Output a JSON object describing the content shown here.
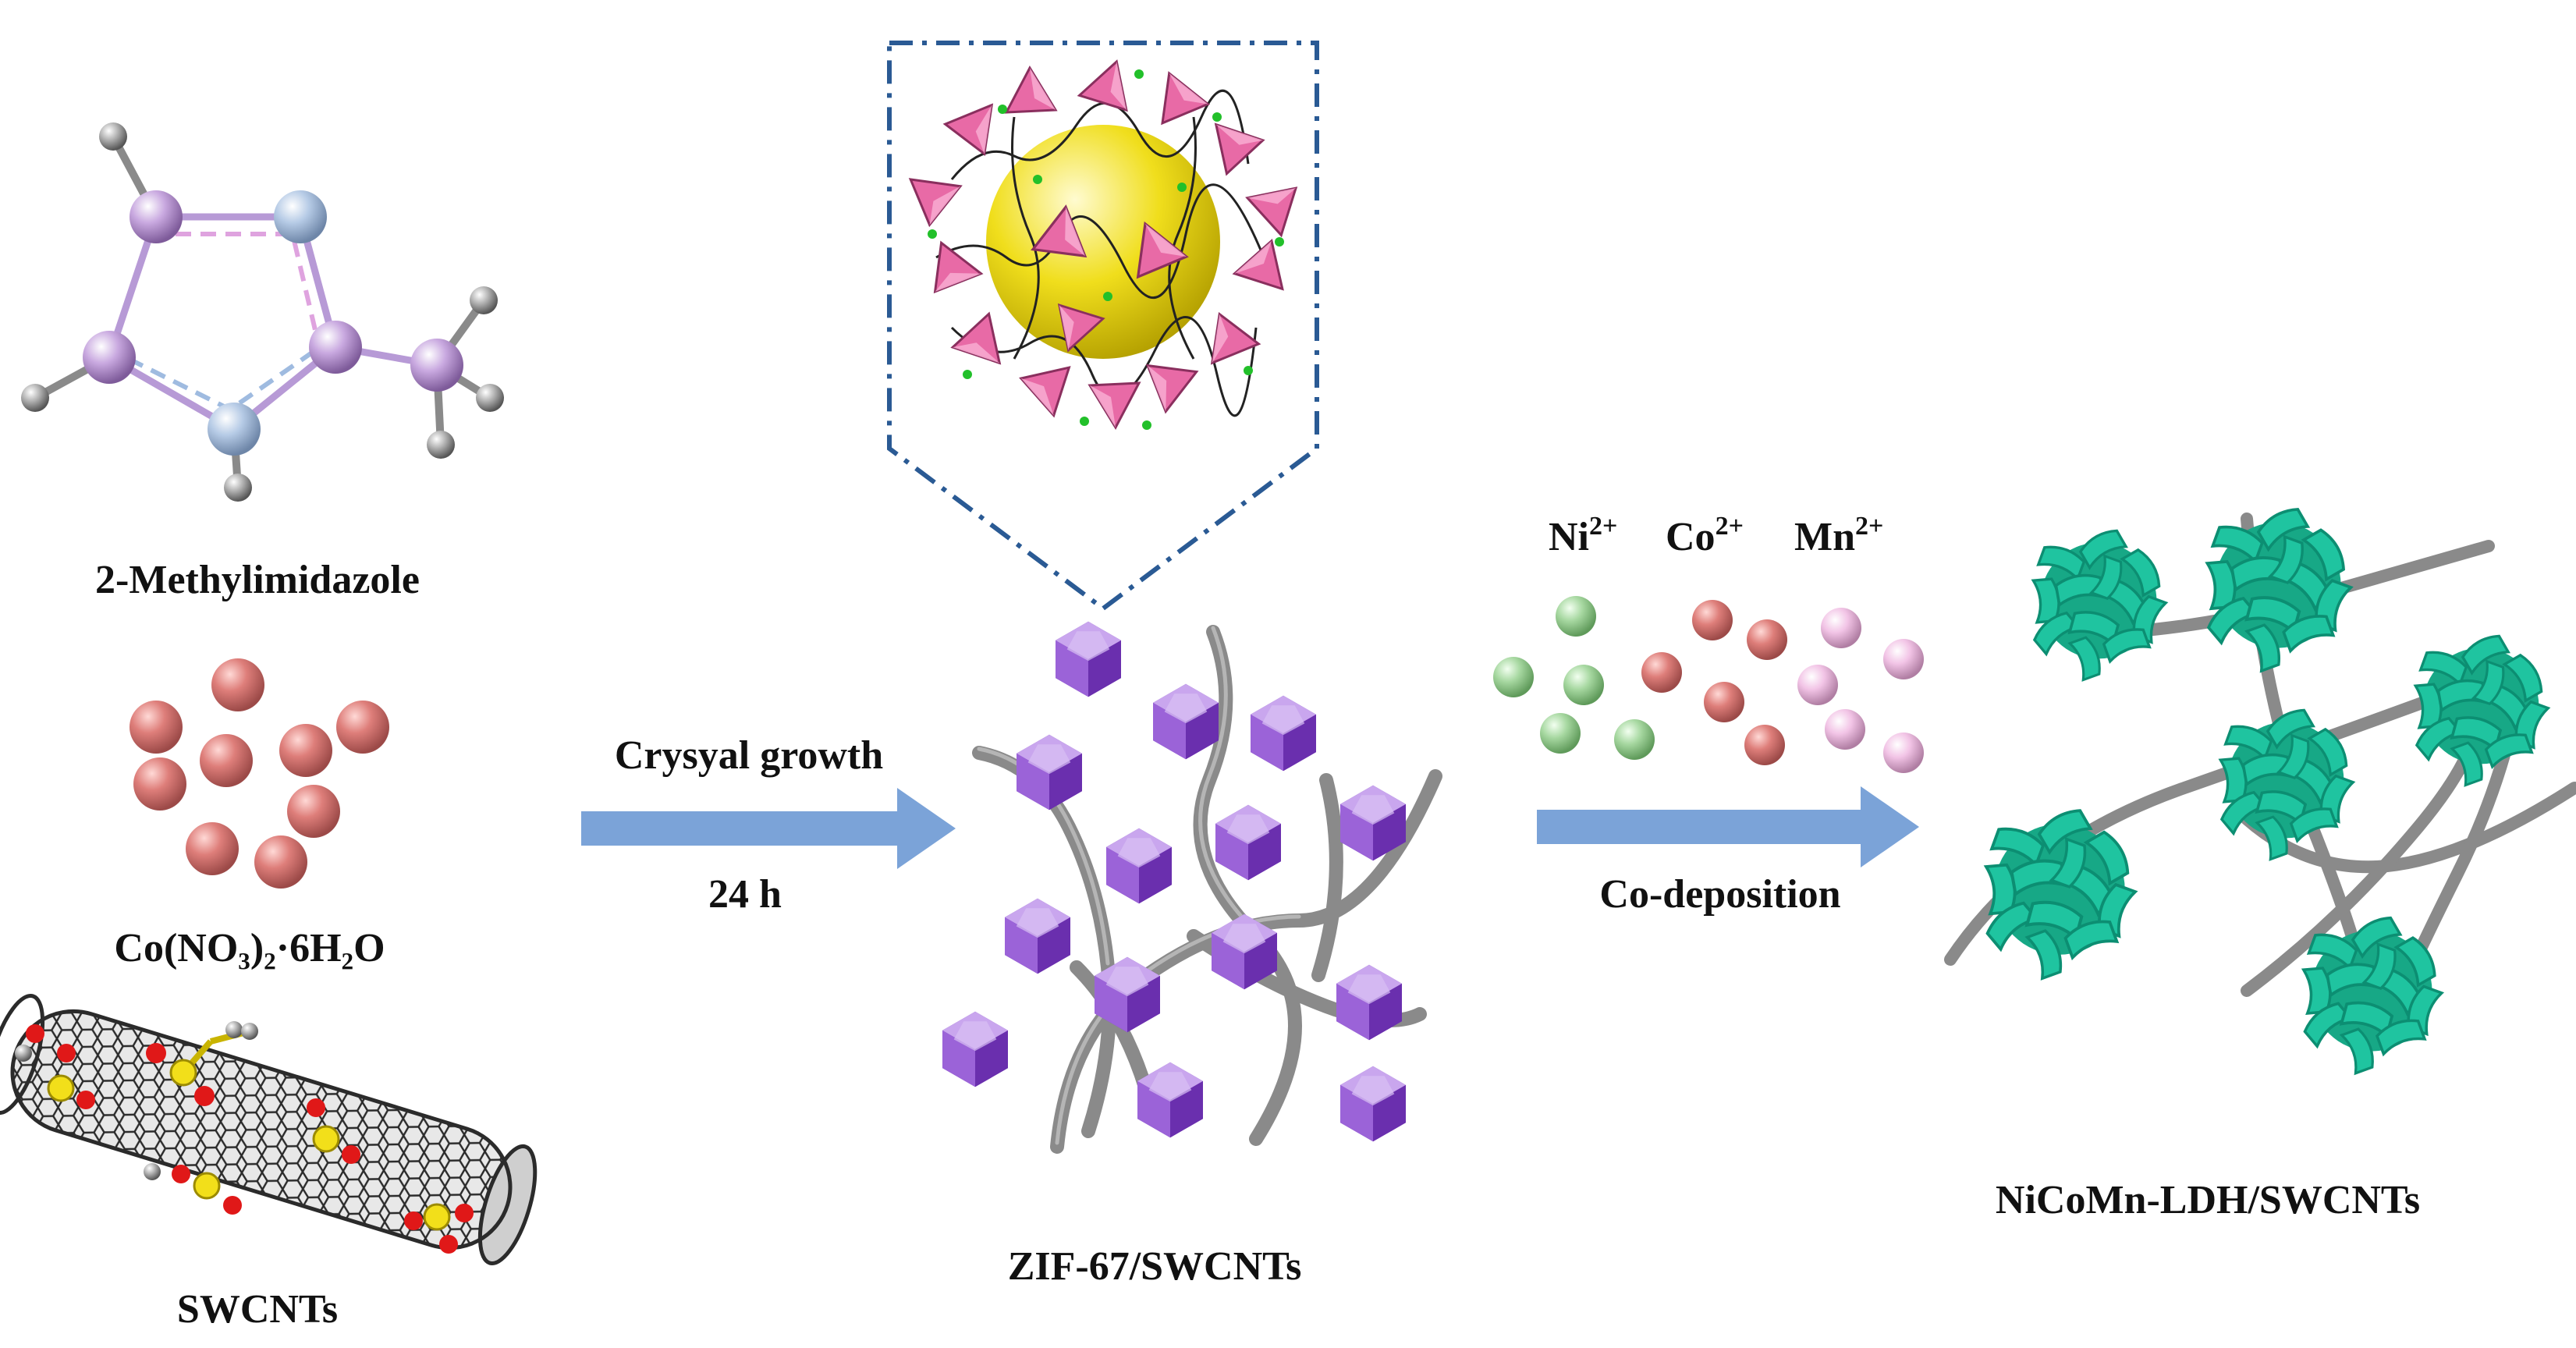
{
  "reactants": {
    "linker_label": "2-Methylimidazole",
    "metal_salt_label": "Co(NO₃)₂·6H₂O",
    "nanotube_label": "SWCNTs"
  },
  "step1": {
    "label_top": "Crysyal growth",
    "label_bottom": "24 h"
  },
  "intermediate": {
    "label": "ZIF-67/SWCNTs"
  },
  "step2": {
    "ion_ni": "Ni",
    "ion_co": "Co",
    "ion_mn": "Mn",
    "charge": "2+",
    "label_bottom": "Co-deposition"
  },
  "product": {
    "label": "NiCoMn-LDH/SWCNTs"
  },
  "colors": {
    "arrow": "#7ba3d8",
    "cobalt_sphere": "#d97a78",
    "nickel_sphere": "#9fd39a",
    "manganese_sphere": "#efb8e0",
    "zif_polyhedron": "#8b4fc9",
    "ldh_flake": "#1fc4a0",
    "nanotube": "#8c8c8c",
    "cage_sphere": "#f2e21a",
    "cage_tetrahedra": "#e86aa6",
    "dash_frame": "#2a5a94"
  }
}
